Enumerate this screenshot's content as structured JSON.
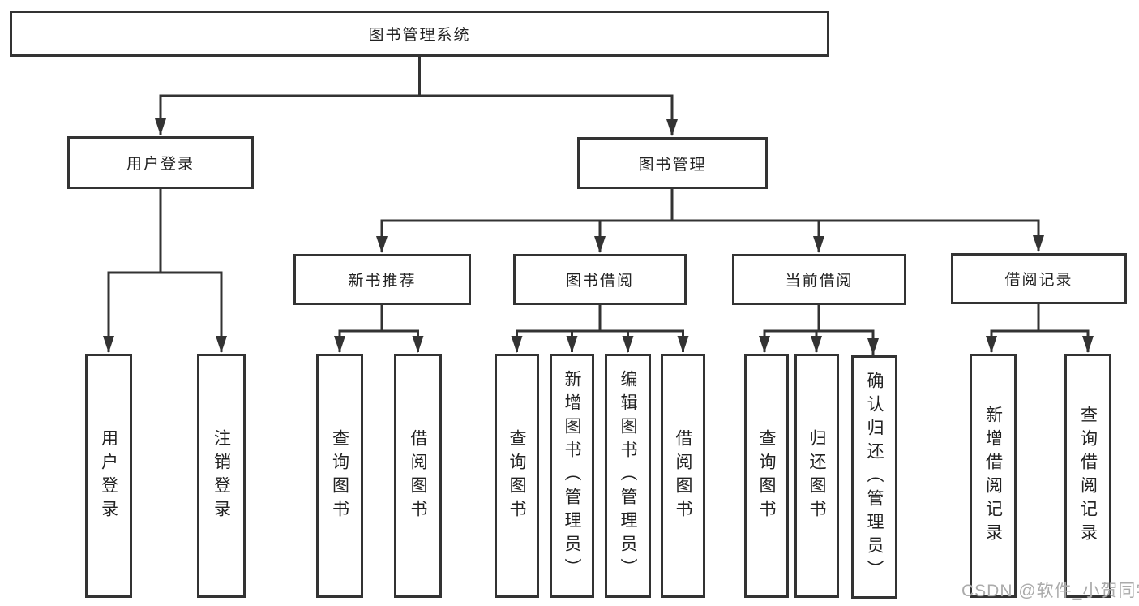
{
  "diagram": {
    "root": {
      "label": "图书管理系统"
    },
    "level2": [
      {
        "label": "用户登录"
      },
      {
        "label": "图书管理"
      }
    ],
    "level3": [
      {
        "label": "新书推荐"
      },
      {
        "label": "图书借阅"
      },
      {
        "label": "当前借阅"
      },
      {
        "label": "借阅记录"
      }
    ],
    "leaves": [
      {
        "label": "用户登录",
        "parent": "用户登录"
      },
      {
        "label": "注销登录",
        "parent": "用户登录"
      },
      {
        "label": "查询图书",
        "parent": "新书推荐"
      },
      {
        "label": "借阅图书",
        "parent": "新书推荐"
      },
      {
        "label": "查询图书",
        "parent": "图书借阅"
      },
      {
        "label": "新增图书（管理员）",
        "parent": "图书借阅"
      },
      {
        "label": "编辑图书（管理员）",
        "parent": "图书借阅"
      },
      {
        "label": "借阅图书",
        "parent": "图书借阅"
      },
      {
        "label": "查询图书",
        "parent": "当前借阅"
      },
      {
        "label": "归还图书",
        "parent": "当前借阅"
      },
      {
        "label": "确认归还（管理员）",
        "parent": "当前借阅"
      },
      {
        "label": "新增借阅记录",
        "parent": "借阅记录"
      },
      {
        "label": "查询借阅记录",
        "parent": "借阅记录"
      }
    ],
    "watermark": "CSDN @软件_小贺同学",
    "colors": {
      "line": "#333333",
      "text": "#222222",
      "background": "#ffffff",
      "watermark": "#ababab"
    }
  }
}
